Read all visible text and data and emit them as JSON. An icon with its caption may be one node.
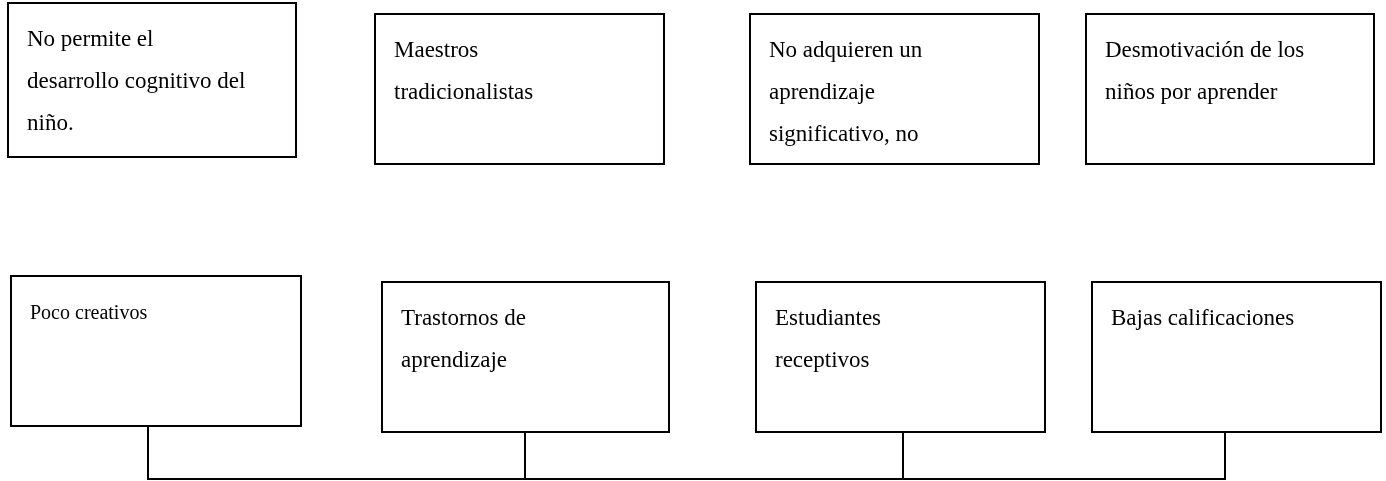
{
  "diagram": {
    "nodes": [
      {
        "text": [
          "No permite el desarrollo cognitivo del niño."
        ]
      },
      {
        "text": [
          "Maestros tradicionalistas"
        ]
      },
      {
        "text": [
          "No adquieren un aprendizaje significativo, no"
        ]
      },
      {
        "text": [
          "Desmotivación de los niños por aprender"
        ]
      },
      {
        "text": [
          "Poco creativos"
        ]
      },
      {
        "text": [
          "Trastornos de aprendizaje"
        ]
      },
      {
        "text": [
          "Estudiantes receptivos"
        ]
      },
      {
        "text": [
          "Bajas calificaciones"
        ]
      }
    ],
    "edges": [
      {
        "from": 4,
        "to": 5,
        "arrow": "none"
      },
      {
        "from": 5,
        "to": 6,
        "arrow": "none"
      },
      {
        "from": 6,
        "to": 7,
        "arrow": "none"
      }
    ]
  }
}
